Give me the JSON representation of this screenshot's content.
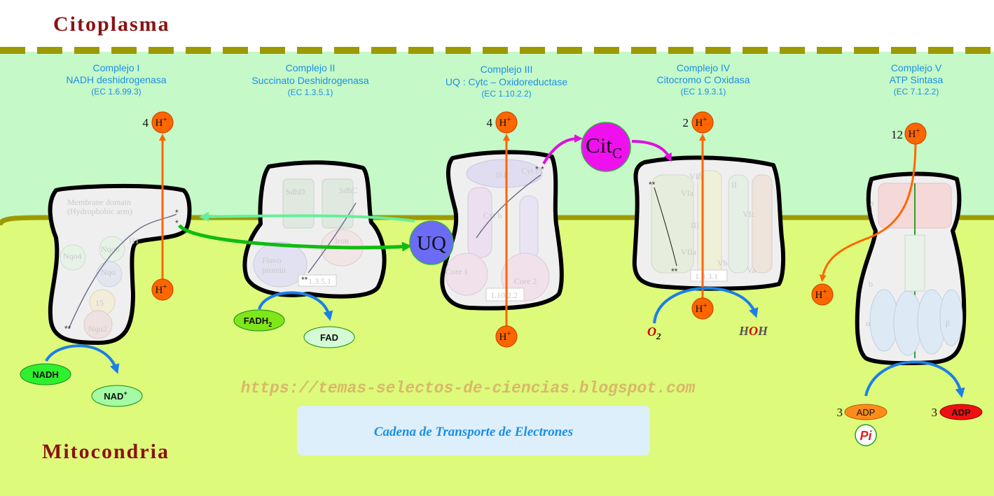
{
  "regions": {
    "top": "Citoplasma",
    "bottom": "Mitocondria"
  },
  "complexes": [
    {
      "line1": "Complejo I",
      "line2": "NADH deshidrogenasa",
      "ec": "(EC 1.6.99.3)"
    },
    {
      "line1": "Complejo II",
      "line2": "Succinato Deshidrogenasa",
      "ec": "(EC 1.3.5.1)"
    },
    {
      "line1": "Complejo III",
      "line2": "UQ : Cytc – Oxidoreductase",
      "ec": "(EC 1.10.2.2)"
    },
    {
      "line1": "Complejo IV",
      "line2": "Citocromo C Oxidasa",
      "ec": "(EC 1.9.3.1)"
    },
    {
      "line1": "Complejo V",
      "line2": "ATP Sintasa",
      "ec": "(EC 7.1.2.2)"
    }
  ],
  "protons": {
    "symbol": "H",
    "charge": "+",
    "counts": {
      "c1": "4",
      "c3": "4",
      "c4": "2",
      "c5": "12"
    }
  },
  "carriers": {
    "uq": "UQ",
    "cit": "Cit",
    "cit_sub": "C"
  },
  "substrates": {
    "nadh": "NADH",
    "nad": "NAD",
    "nad_sup": "+",
    "fadh": "FADH",
    "fadh_sub": "2",
    "fad": "FAD",
    "o": "O",
    "o_sub": "2",
    "water_h1": "H",
    "water_o": "O",
    "water_h2": "H",
    "adp": "ADP",
    "adp_count": "3",
    "atp": "ADP",
    "atp_count": "3",
    "pi": "Pi"
  },
  "url": "https://temas-selectos-de-ciencias.blogspot.com",
  "caption": "Cadena de Transporte de Electrones",
  "faint_labels": {
    "c1_domain": "Membrane domain",
    "c1_arm": "(Hydrophobic arm)",
    "c1_a": "Nqo4",
    "c1_b": "Nqo6",
    "c1_c": "Nqo",
    "c1_d": "15",
    "c1_e": "Nqo2",
    "c1_f": "H1",
    "c2_a": "SdhD",
    "c2_b": "SdhC",
    "c2_c": "Flavo",
    "c2_d": "protein",
    "c2_e": "Iron",
    "c2_ec": "1.3.5.1",
    "c3_a": "ISP",
    "c3_b": "Cyt c1",
    "c3_c": "Cyt b",
    "c3_d": "Core 1",
    "c3_e": "Core 2",
    "c3_ec": "1.10.2.2",
    "c4_a": "VIb",
    "c4_b": "VIa",
    "c4_c": "II",
    "c4_d": "VIc",
    "c4_e": "III",
    "c4_f": "VIIa",
    "c4_g": "Vb",
    "c4_h": "Va",
    "c4_ec": "1.9.3.1",
    "c5_a": "a",
    "c5_b": "b",
    "c5_c": "α",
    "c5_d": "β"
  },
  "colors": {
    "matrix": "#ddfa7a",
    "intermembrane": "#c5f9c8",
    "membrane": "#9c9a00",
    "proton": "#ff6600",
    "electron_path": "#11bb11",
    "return_path": "#66ee99",
    "cytc_arrow": "#dd11dd",
    "blue_arrow": "#1a7fe6",
    "uq": "#6b6bf5",
    "cytc": "#ee11ee",
    "caption_bg": "#ddeffa",
    "caption_text": "#1a8fe6",
    "url_text": "#d9b86a",
    "region_text": "#8b1212"
  }
}
